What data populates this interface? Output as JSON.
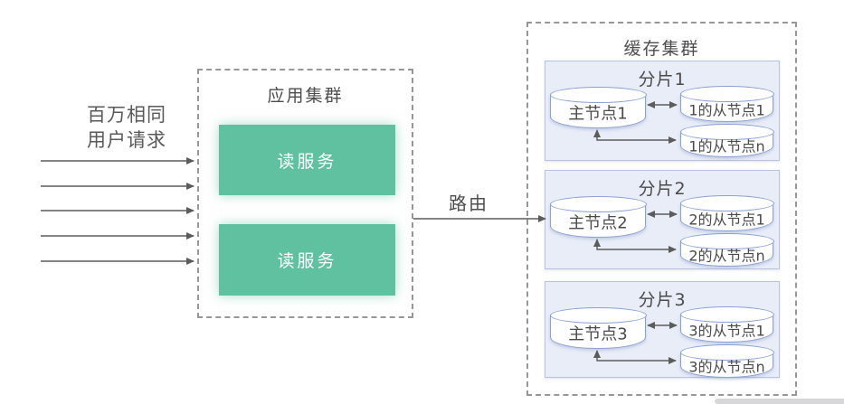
{
  "left_label": {
    "text": "百万相同\n用户请求"
  },
  "app_cluster": {
    "title": "应用集群",
    "services": [
      {
        "label": "读服务"
      },
      {
        "label": "读服务"
      }
    ]
  },
  "route_label": "路由",
  "cache_cluster": {
    "title": "缓存集群",
    "shards": [
      {
        "title": "分片1",
        "master": "主节点1",
        "slaves": [
          "1的从节点1",
          "1的从节点n"
        ]
      },
      {
        "title": "分片2",
        "master": "主节点2",
        "slaves": [
          "2的从节点1",
          "2的从节点n"
        ]
      },
      {
        "title": "分片3",
        "master": "主节点3",
        "slaves": [
          "3的从节点1",
          "3的从节点n"
        ]
      }
    ]
  },
  "colors": {
    "service_green": "#60c1a0",
    "dashed_border_gray": "#979797",
    "text_dark_gray": "#4d4d4d",
    "shard_fill": "#e9edf8",
    "shard_border": "#b7c3e2",
    "cylinder_border": "#8aa0d6",
    "arrow_gray": "#5c5c5c",
    "background": "#ffffff"
  }
}
